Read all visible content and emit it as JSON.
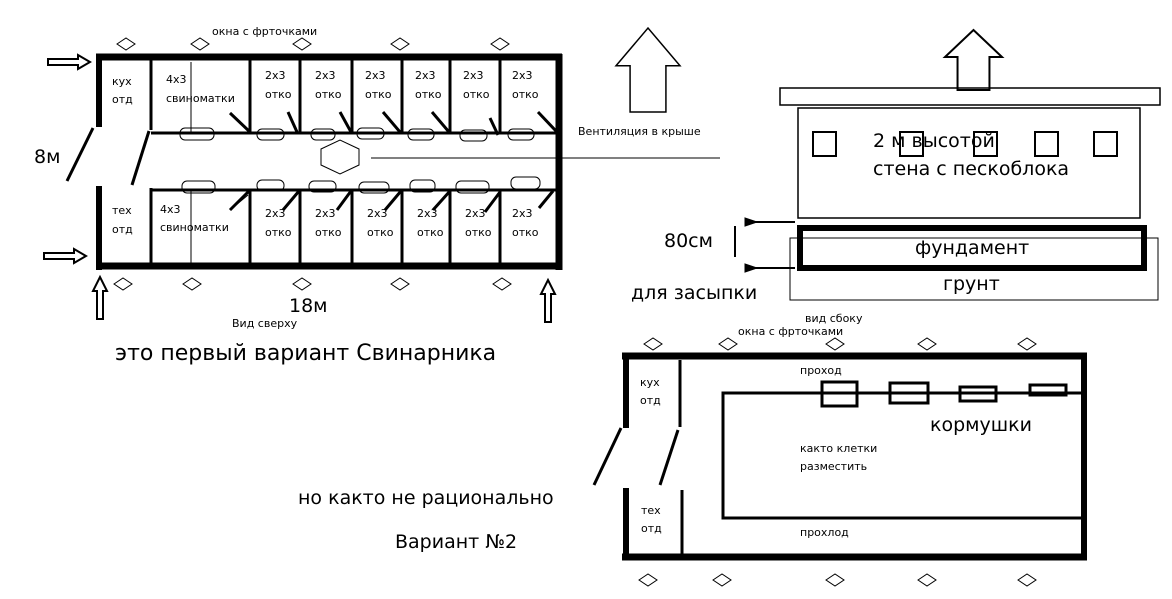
{
  "plan1": {
    "windows_label": "окна  с фрточками",
    "kitchen": [
      "кух",
      "отд"
    ],
    "tech": [
      "тех",
      "отд"
    ],
    "sow_pen": [
      "4х3",
      "свиноматки"
    ],
    "pen_size": "2х3",
    "pen_label": "отко",
    "width_label": "8м",
    "length_label": "18м",
    "view_label": "Вид сверху",
    "caption": "это первый вариант Свинарника",
    "comment": "но както не рационально"
  },
  "ventilation": {
    "label": "Вентиляция в крыше"
  },
  "section": {
    "wall_line1": "2 м высотой",
    "wall_line2": "стена с пескоблока",
    "foundation": "фундамент",
    "ground": "грунт",
    "depth": "80см",
    "backfill": "для засыпки"
  },
  "plan2": {
    "side_view": "вид сбоку",
    "windows_label": "окна  с фрточками",
    "kitchen": [
      "кух",
      "отд"
    ],
    "tech": [
      "тех",
      "отд"
    ],
    "aisle_top": "проход",
    "aisle_bottom": "прохлод",
    "feeders": "кормушки",
    "cages": [
      "както клетки",
      "разместить"
    ],
    "caption": "Вариант №2"
  }
}
